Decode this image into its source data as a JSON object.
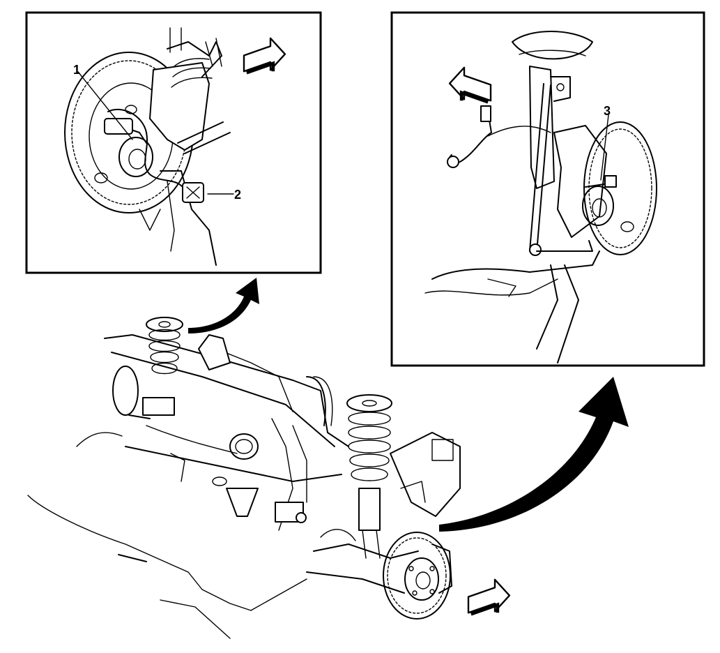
{
  "callouts": {
    "c1": "1",
    "c2": "2",
    "c3": "3"
  },
  "icons": {
    "direction_arrow": "hollow-block-arrow-icon",
    "zoom_arrow": "curved-solid-arrow-icon"
  },
  "colors": {
    "line": "#000000",
    "background": "#ffffff"
  }
}
